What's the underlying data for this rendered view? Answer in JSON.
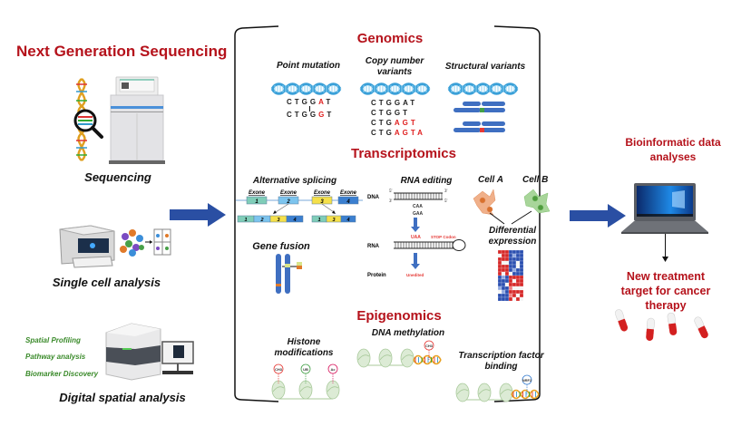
{
  "left": {
    "title": "Next Generation  Sequencing",
    "sequencing_label": "Sequencing",
    "single_cell_label": "Single cell analysis",
    "digital_spatial_label": "Digital spatial analysis",
    "spatial_features": [
      "Spatial Profiling",
      "Pathway analysis",
      "Biomarker Discovery"
    ]
  },
  "center": {
    "genomics": {
      "title": "Genomics",
      "point_mutation": {
        "label": "Point mutation",
        "seq_before": [
          "C",
          "T",
          "G",
          "G",
          "A",
          "T"
        ],
        "seq_after": [
          "C",
          "T",
          "G",
          "G",
          "G",
          "T"
        ],
        "mutated_index": 4
      },
      "copy_number": {
        "label_line1": "Copy number",
        "label_line2": "variants",
        "seqs": [
          {
            "plain": "CTGGAT",
            "marked": ""
          },
          {
            "plain": "CTGGT",
            "marked": ""
          },
          {
            "plain": "CTG",
            "marked": "AGT"
          },
          {
            "plain": "CTG",
            "marked": "AGTA"
          }
        ]
      },
      "structural": {
        "label": "Structural variants"
      }
    },
    "transcriptomics": {
      "title": "Transcriptomics",
      "alt_splicing": {
        "label": "Alternative splicing",
        "exon_label": "Exone",
        "exons": [
          "1",
          "2",
          "3",
          "4"
        ]
      },
      "gene_fusion": {
        "label": "Gene fusion"
      },
      "rna_editing": {
        "label": "RNA editing",
        "dna_label": "DNA",
        "rna_label": "RNA",
        "protein_label": "Protein",
        "five_prime": "5'",
        "three_prime": "3'",
        "codon1": "CAA",
        "codon2": "GAA",
        "codon3": "UAA",
        "stop_codon": "STOP Codon",
        "unedited": "Unedited"
      },
      "diff_expression": {
        "cell_a": "Cell A",
        "cell_b": "Cell B",
        "label_line1": "Differential",
        "label_line2": "expression"
      }
    },
    "epigenomics": {
      "title": "Epigenomics",
      "histone": {
        "label_line1": "Histone",
        "label_line2": "modifications",
        "marks": [
          "CH3",
          "UB",
          "Ac"
        ]
      },
      "methylation": {
        "label": "DNA methylation",
        "mark": "CH3"
      },
      "tf_binding": {
        "label_line1": "Transcription factor",
        "label_line2": "binding",
        "mark": "NRF2"
      }
    }
  },
  "right": {
    "bioinformatic_line1": "Bioinformatic data",
    "bioinformatic_line2": "analyses",
    "treatment_line1": "New treatment",
    "treatment_line2": "target for cancer",
    "treatment_line3": "therapy"
  },
  "colors": {
    "title_red": "#b5121b",
    "arrow_blue": "#2a4fa3",
    "spatial_green": "#3a8a2a"
  }
}
